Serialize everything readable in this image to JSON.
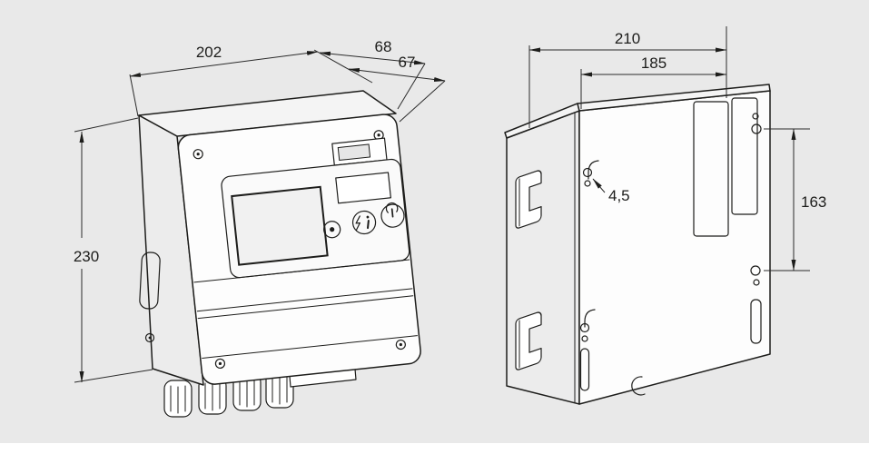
{
  "colors": {
    "background": "#e9e9e9",
    "line": "#1d1d1b",
    "surface": "#fdfdfd"
  },
  "views": {
    "front": {
      "dims": {
        "width": "202",
        "depth_upper": "68",
        "depth_lower": "67",
        "height": "230"
      }
    },
    "rear": {
      "dims": {
        "overall_width": "210",
        "inner_width": "185",
        "hole_diameter": "4,5",
        "hole_spacing": "163"
      }
    }
  }
}
